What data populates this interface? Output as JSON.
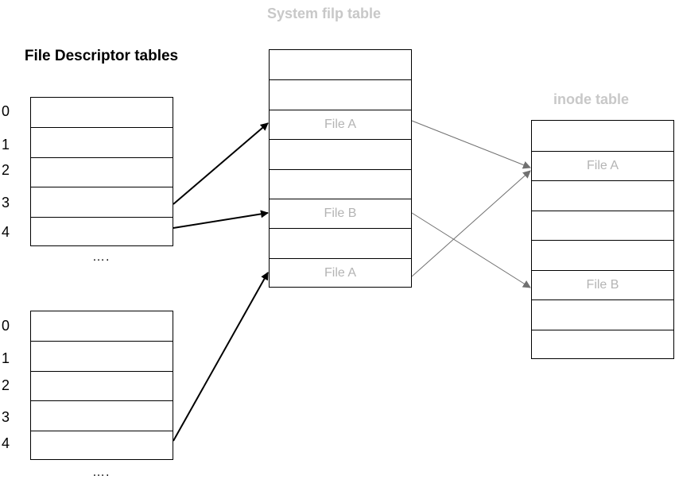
{
  "fd_table_title": "File Descriptor tables",
  "filp_table_title": "System filp table",
  "inode_table_title": "inode table",
  "fd_table_1": {
    "indices": [
      "0",
      "1",
      "2",
      "3",
      "4"
    ],
    "continuation": "…."
  },
  "fd_table_2": {
    "indices": [
      "0",
      "1",
      "2",
      "3",
      "4"
    ],
    "continuation": "…."
  },
  "filp_table": {
    "rows": [
      "",
      "",
      "File A",
      "",
      "",
      "File B",
      "",
      "File A"
    ]
  },
  "inode_table": {
    "rows": [
      "",
      "File A",
      "",
      "",
      "",
      "File B",
      "",
      ""
    ]
  },
  "colors": {
    "border": "#000000",
    "muted_text": "#b4b4b4",
    "light_title": "#c8c8c8",
    "thin_arrow": "#707070"
  }
}
